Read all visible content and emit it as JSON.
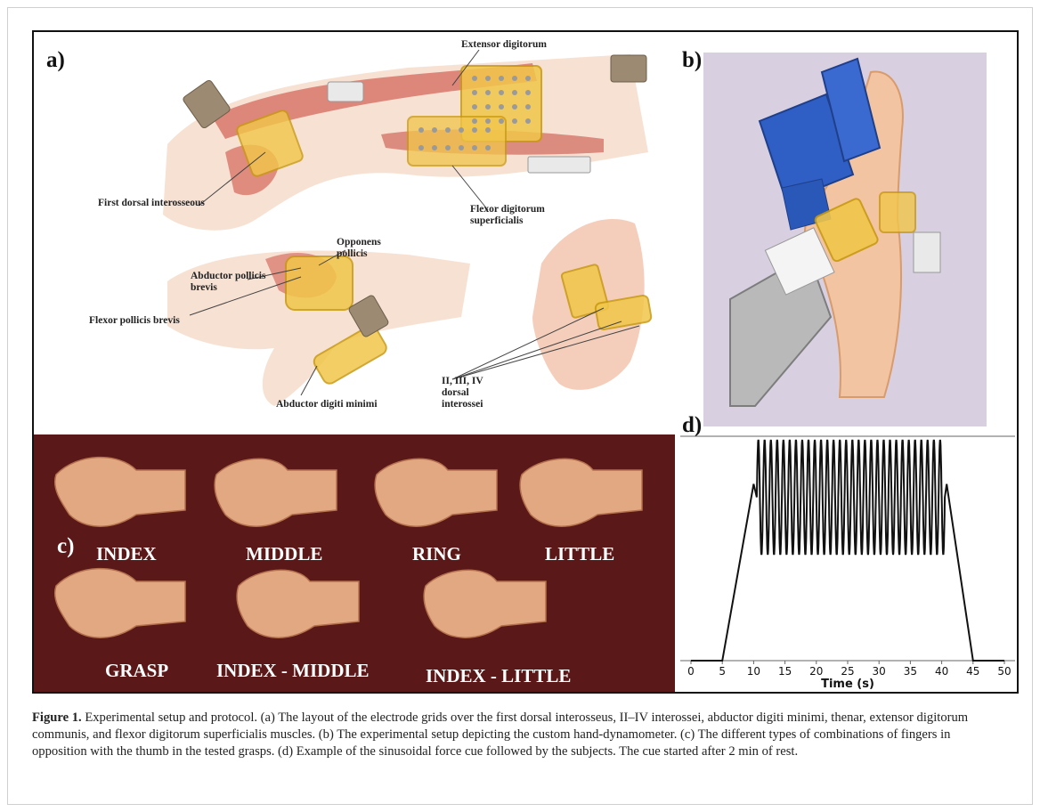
{
  "figure": {
    "panels": {
      "a": {
        "label": "a)",
        "annotations": [
          "Extensor digitorum",
          "First dorsal interosseous",
          "Flexor digitorum superficialis",
          "Opponens pollicis",
          "Abductor pollicis brevis",
          "Flexor pollicis brevis",
          "Abductor digiti minimi",
          "II, III, IV dorsal interossei"
        ]
      },
      "b": {
        "label": "b)"
      },
      "c": {
        "label": "c)",
        "grasps": [
          "INDEX",
          "MIDDLE",
          "RING",
          "LITTLE",
          "GRASP",
          "INDEX - MIDDLE",
          "INDEX - LITTLE"
        ]
      },
      "d": {
        "label": "d)",
        "xlabel": "Time (s)",
        "xticks": [
          "0",
          "5",
          "10",
          "15",
          "20",
          "25",
          "30",
          "35",
          "40",
          "45",
          "50"
        ]
      }
    }
  },
  "chart_data": {
    "type": "line",
    "title": "",
    "xlabel": "Time (s)",
    "ylabel": "",
    "xlim": [
      0,
      50
    ],
    "ylim": [
      0,
      1
    ],
    "series": [
      {
        "description_points": [
          [
            0,
            0
          ],
          [
            5,
            0
          ],
          [
            10,
            0.8
          ],
          [
            11,
            1
          ],
          [
            11.5,
            0.5
          ],
          [
            40,
            0.5
          ],
          [
            41,
            0.8
          ],
          [
            45,
            0
          ],
          [
            50,
            0
          ]
        ],
        "oscillation": {
          "start": 10.5,
          "end": 40.5,
          "cycles": 30,
          "low": 0.48,
          "high": 1.0
        }
      }
    ]
  },
  "caption": {
    "bold": "Figure 1.",
    "text": " Experimental setup and protocol. (a) The layout of the electrode grids over the first dorsal interosseus, II–IV interossei, abductor digiti minimi, thenar, extensor digitorum communis, and flexor digitorum superficialis muscles. (b) The experimental setup depicting the custom hand-dynamometer. (c) The different types of combinations of fingers in opposition with the thumb in the tested grasps. (d) Example of the sinusoidal force cue followed by the subjects. The cue started after 2 min of rest."
  }
}
